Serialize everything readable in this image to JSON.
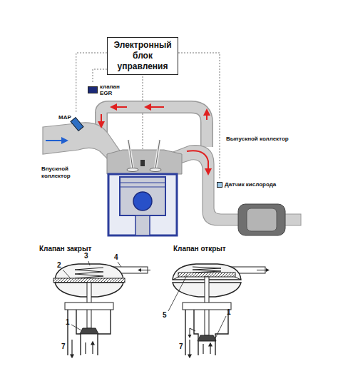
{
  "diagram": {
    "nodes": [
      {
        "text": [
          "Электронный блок управления"
        ]
      },
      {
        "text": [
          "клапан EGR"
        ]
      },
      {
        "text": [
          "MAP"
        ]
      },
      {
        "text": [
          "Датчик кислорода"
        ]
      }
    ],
    "edges": [
      {
        "from": 0,
        "to": 1,
        "arrow": "none"
      },
      {
        "from": 0,
        "to": 2,
        "arrow": "none"
      },
      {
        "from": 0,
        "to": 3,
        "arrow": "none"
      }
    ],
    "labels": [
      "Впускной коллектор",
      "Выпускной коллектор",
      "Клапан закрыт",
      "Клапан открыт",
      "2",
      "3",
      "4",
      "1",
      "7",
      "5",
      "1",
      "7"
    ]
  }
}
